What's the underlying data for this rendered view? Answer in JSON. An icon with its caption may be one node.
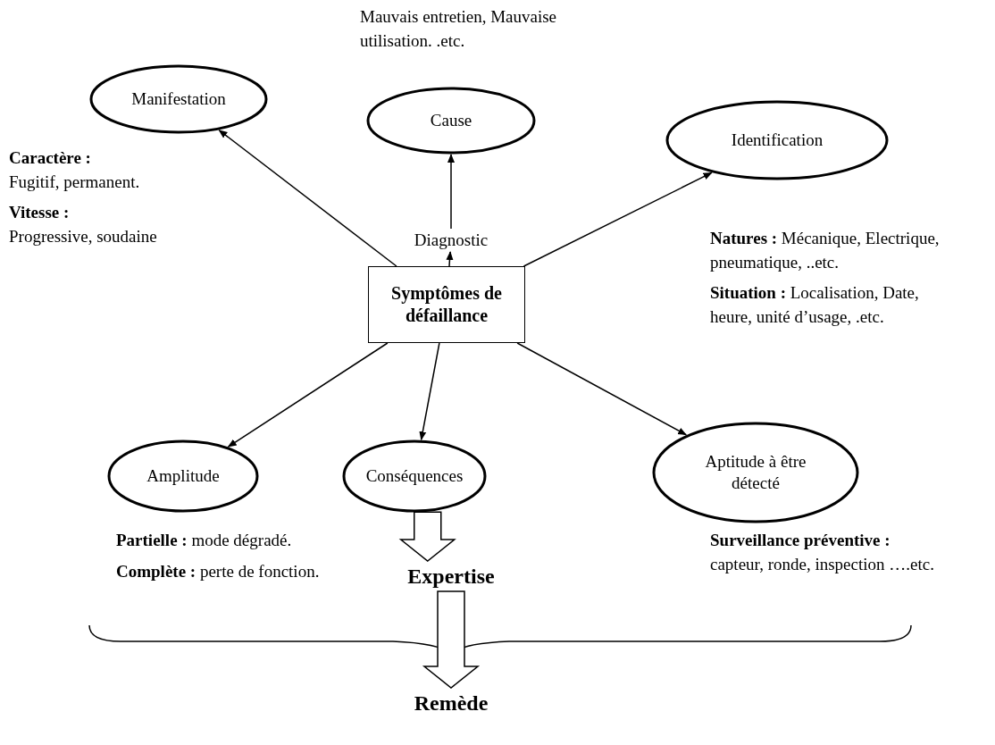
{
  "diagram": {
    "nodes": [
      {
        "text": [
          "Symptômes de défaillance"
        ]
      },
      {
        "text": [
          "Cause"
        ],
        "beside": [
          "Mauvais entretien, Mauvaise utilisation. .etc."
        ]
      },
      {
        "text": [
          "Manifestation"
        ],
        "beside": [
          "**Caractère :** Fugitif, permanent.",
          "**Vitesse :** Progressive, soudaine"
        ]
      },
      {
        "text": [
          "Identification"
        ],
        "beside": [
          "**Natures :** Mécanique, Electrique, pneumatique, ..etc.",
          "**Situation :** Localisation, Date, heure,  unité d’usage, .etc."
        ]
      },
      {
        "text": [
          "Amplitude"
        ],
        "beside": [
          "**Partielle :** mode dégradé.",
          "**Complète :** perte de fonction."
        ]
      },
      {
        "text": [
          "Conséquences"
        ]
      },
      {
        "text": [
          "Aptitude à être détecté"
        ],
        "beside": [
          "**Surveillance  préventive :** capteur, ronde, inspection ….etc."
        ]
      },
      {
        "text": [
          "Diagnostic"
        ]
      },
      {
        "text": [
          "Expertise"
        ]
      },
      {
        "text": [
          "Remède"
        ]
      }
    ],
    "edges": [
      {
        "from": 0,
        "to": 7,
        "arrow": "to"
      },
      {
        "from": 7,
        "to": 1,
        "arrow": "to"
      },
      {
        "from": 0,
        "to": 2,
        "arrow": "to"
      },
      {
        "from": 0,
        "to": 3,
        "arrow": "to"
      },
      {
        "from": 0,
        "to": 4,
        "arrow": "to"
      },
      {
        "from": 0,
        "to": 5,
        "arrow": "to"
      },
      {
        "from": 0,
        "to": 6,
        "arrow": "to"
      },
      {
        "from": 5,
        "to": 8,
        "arrow": "to",
        "style": "thick"
      },
      {
        "from": 8,
        "to": 9,
        "arrow": "to",
        "style": "thick"
      }
    ]
  }
}
